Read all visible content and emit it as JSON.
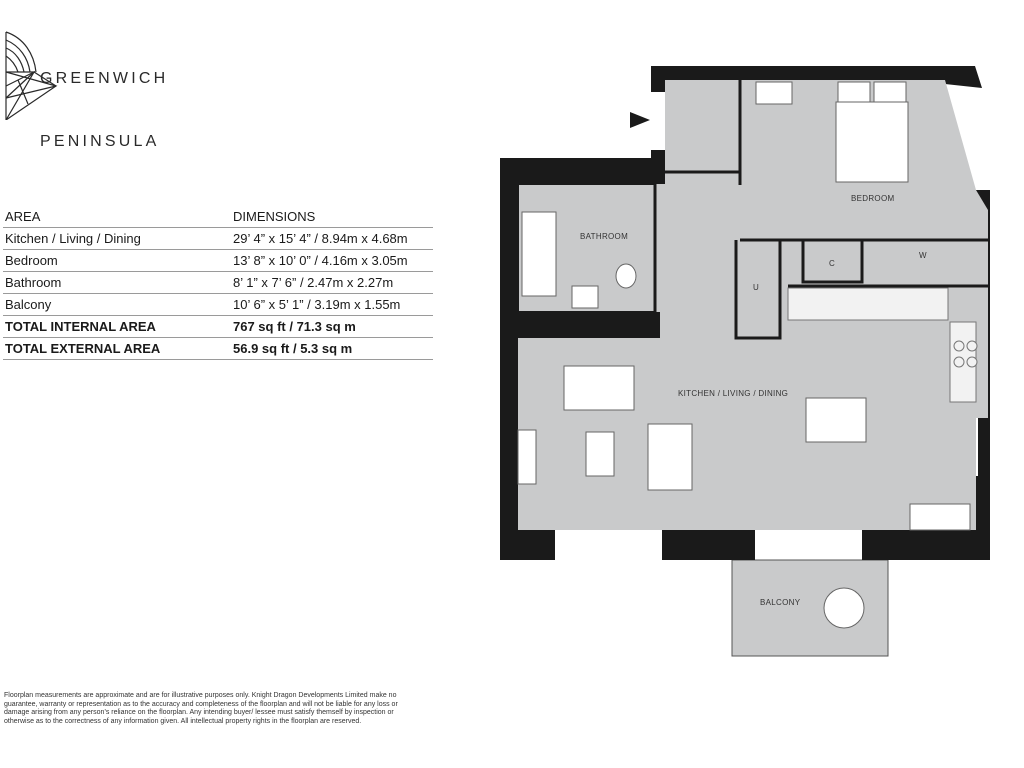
{
  "brand": {
    "line1": "GREENWICH",
    "line2": "PENINSULA"
  },
  "schedule": {
    "header": {
      "area": "AREA",
      "dimensions": "DIMENSIONS"
    },
    "rows": [
      {
        "area": "Kitchen / Living / Dining",
        "dimensions": "29’ 4” x 15’ 4” / 8.94m x 4.68m"
      },
      {
        "area": "Bedroom",
        "dimensions": "13’ 8” x 10’ 0” / 4.16m x 3.05m"
      },
      {
        "area": "Bathroom",
        "dimensions": "8’ 1” x 7’ 6” / 2.47m x 2.27m"
      },
      {
        "area": "Balcony",
        "dimensions": "10’ 6” x 5’ 1” / 3.19m x 1.55m"
      },
      {
        "area": "TOTAL INTERNAL AREA",
        "dimensions": "767 sq ft / 71.3 sq m"
      },
      {
        "area": "TOTAL EXTERNAL AREA",
        "dimensions": "56.9 sq ft / 5.3 sq m"
      }
    ]
  },
  "rooms": {
    "bedroom": "BEDROOM",
    "bathroom": "BATHROOM",
    "kitchen": "KITCHEN / LIVING / DINING",
    "balcony": "BALCONY",
    "cupboard": "C",
    "wardrobe": "W",
    "utility": "U"
  },
  "colors": {
    "floor": "#c9cacb",
    "wall": "#1a1a1a",
    "balcony": "#c9cacb"
  },
  "disclaimer": "Floorplan measurements are approximate and are for illustrative purposes only. Knight Dragon Developments Limited make no guarantee, warranty or representation as to the accuracy and completeness of the floorplan and will not be liable for any loss or damage arising from any person’s reliance on the floorplan. Any intending buyer/ lessee must satisfy themself by inspection or otherwise as to the correctness of any information given. All intellectual property rights in the floorplan are reserved."
}
